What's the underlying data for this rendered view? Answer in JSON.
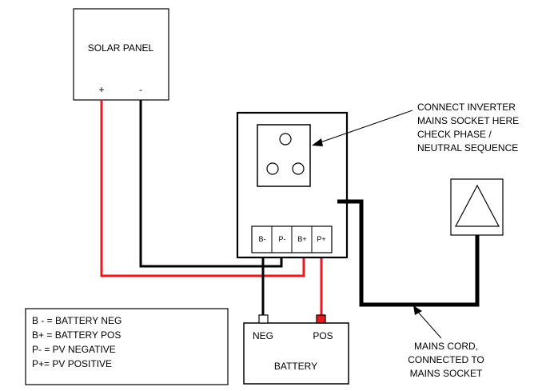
{
  "solar_panel": {
    "title": "SOLAR PANEL",
    "plus": "+",
    "minus": "-"
  },
  "inverter": {
    "terminals": [
      "B-",
      "P-",
      "B+",
      "P+"
    ]
  },
  "annotation_socket": {
    "lines": [
      "CONNECT INVERTER",
      "MAINS SOCKET HERE",
      "CHECK PHASE /",
      "NEUTRAL SEQUENCE"
    ]
  },
  "battery": {
    "neg": "NEG",
    "pos": "POS",
    "title": "BATTERY"
  },
  "annotation_mains": {
    "lines": [
      "MAINS CORD,",
      "CONNECTED TO",
      "MAINS SOCKET"
    ]
  },
  "legend": {
    "lines": [
      "B - = BATTERY NEG",
      "B+ = BATTERY POS",
      "P- = PV NEGATIVE",
      "P+= PV POSITIVE"
    ]
  },
  "colors": {
    "positive_wire": "#e8191f",
    "negative_wire": "#000000"
  }
}
